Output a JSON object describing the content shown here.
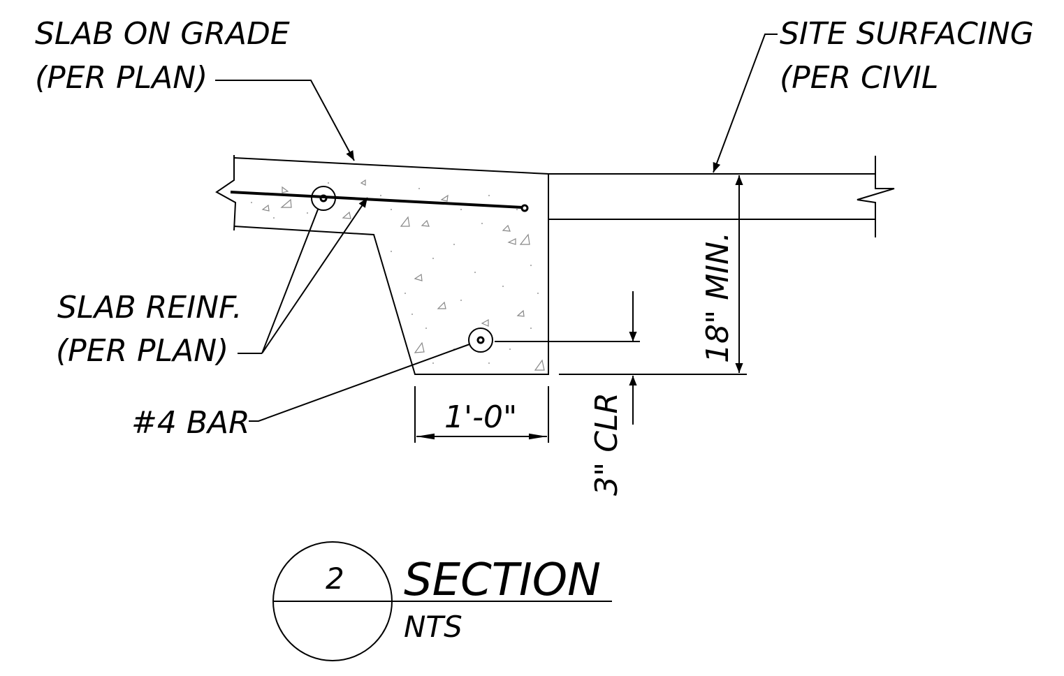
{
  "labels": {
    "slab_on_grade_1": "SLAB ON GRADE",
    "slab_on_grade_2": "(PER PLAN)",
    "site_surfacing_1": "SITE SURFACING",
    "site_surfacing_2": "(PER CIVIL",
    "slab_reinf_1": "SLAB REINF.",
    "slab_reinf_2": "(PER PLAN)",
    "bar": "#4 BAR",
    "width_dim": "1'-0\"",
    "clear_dim": "3\" CLR",
    "depth_dim": "18\" MIN."
  },
  "section_marker": {
    "number": "2",
    "title": "SECTION",
    "scale": "NTS"
  },
  "colors": {
    "line": "#000000",
    "aggregate": "#888888",
    "background": "#ffffff"
  }
}
